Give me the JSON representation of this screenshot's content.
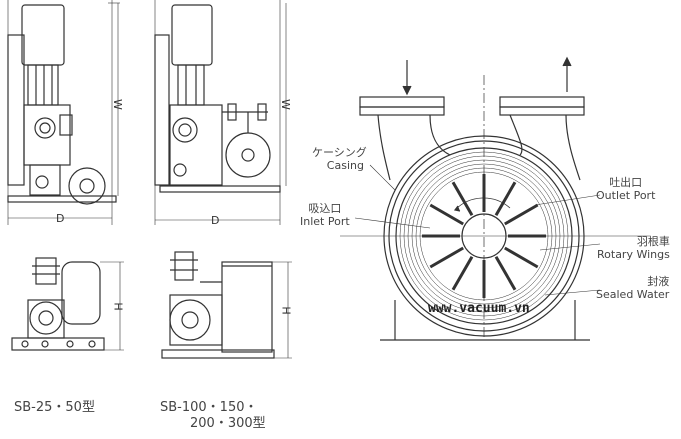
{
  "dimensions": {
    "W": "W",
    "D": "D",
    "H": "H"
  },
  "models": {
    "small": "SB-25・50型",
    "large_line1": "SB-100・150・",
    "large_line2": "200・300型"
  },
  "cross_section": {
    "casing": {
      "jp": "ケーシング",
      "en": "Casing"
    },
    "inlet": {
      "jp": "吸込口",
      "en": "Inlet Port"
    },
    "outlet": {
      "jp": "吐出口",
      "en": "Outlet Port"
    },
    "wings": {
      "jp": "羽根車",
      "en": "Rotary Wings"
    },
    "water": {
      "jp": "封液",
      "en": "Sealed Water"
    }
  },
  "watermark": "www.vacuum.vn"
}
